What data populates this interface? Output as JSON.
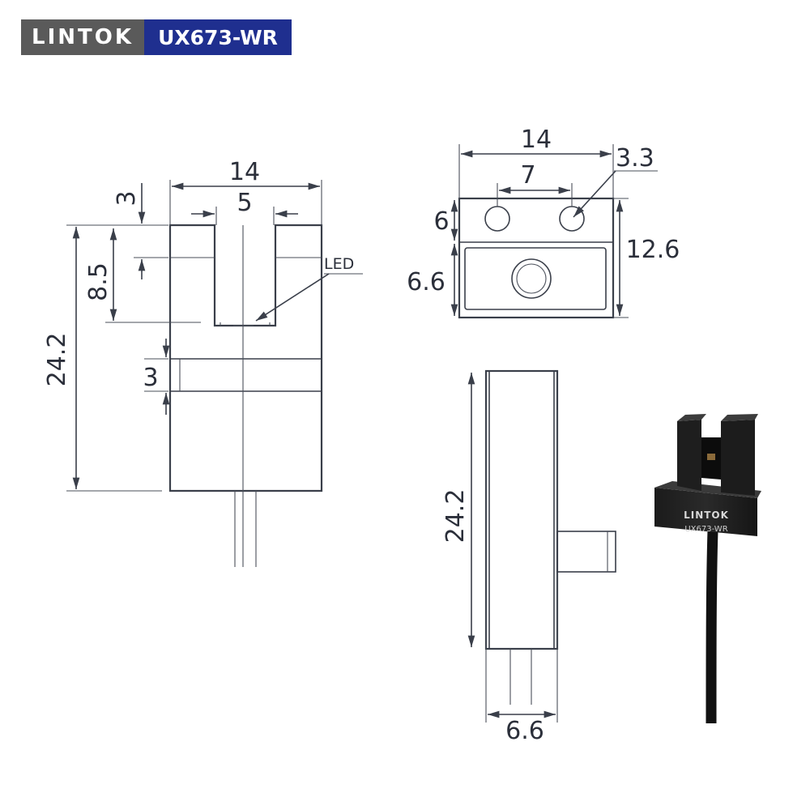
{
  "header": {
    "brand": "LINTOK",
    "model": "UX673-WR"
  },
  "colors": {
    "brand_bg": "#5a5a5a",
    "model_bg": "#1f2f8f",
    "line": "#3a3f4a"
  },
  "front_view": {
    "width": "14",
    "slot_width": "5",
    "top_height": "3",
    "slot_depth": "8.5",
    "total_height": "24.2",
    "band_height": "3",
    "led_label": "LED"
  },
  "top_view": {
    "width": "14",
    "hole_pitch": "7",
    "hole_dia": "3.3",
    "upper_height": "6",
    "lower_height": "6.6",
    "total_depth": "12.6"
  },
  "side_view": {
    "height": "24.2",
    "thickness": "6.6"
  },
  "photo": {
    "brand": "LINTOK",
    "model": "UX673-WR"
  }
}
